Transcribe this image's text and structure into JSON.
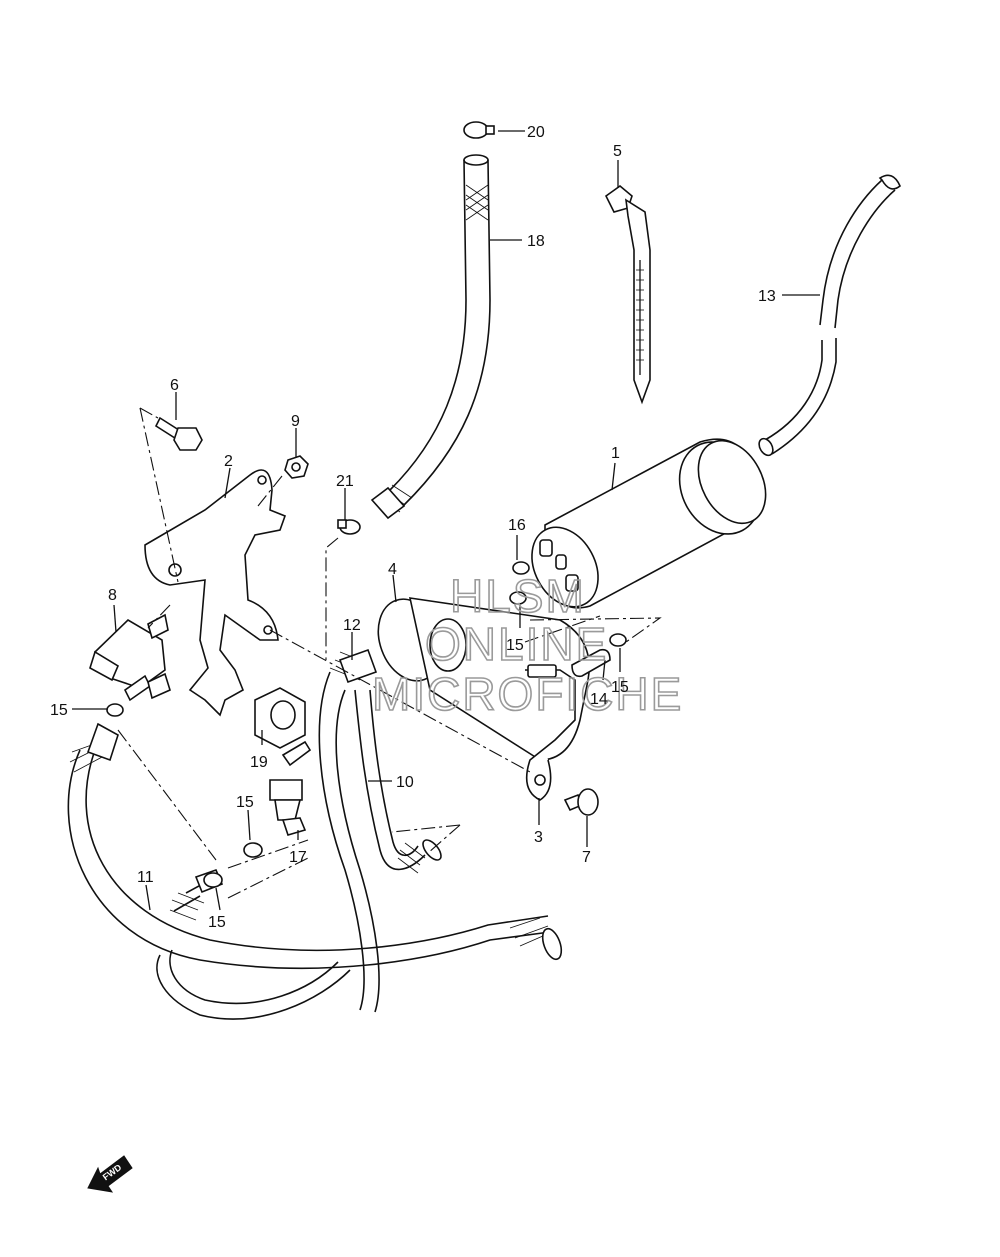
{
  "diagram": {
    "callouts": [
      "1",
      "2",
      "3",
      "4",
      "5",
      "6",
      "7",
      "8",
      "9",
      "10",
      "11",
      "12",
      "13",
      "14",
      "15",
      "16",
      "17",
      "18",
      "19",
      "20",
      "21"
    ],
    "watermark": [
      "HLSM",
      "ONLINE",
      "MICROFICHE"
    ],
    "fwd_label": "FWD"
  }
}
